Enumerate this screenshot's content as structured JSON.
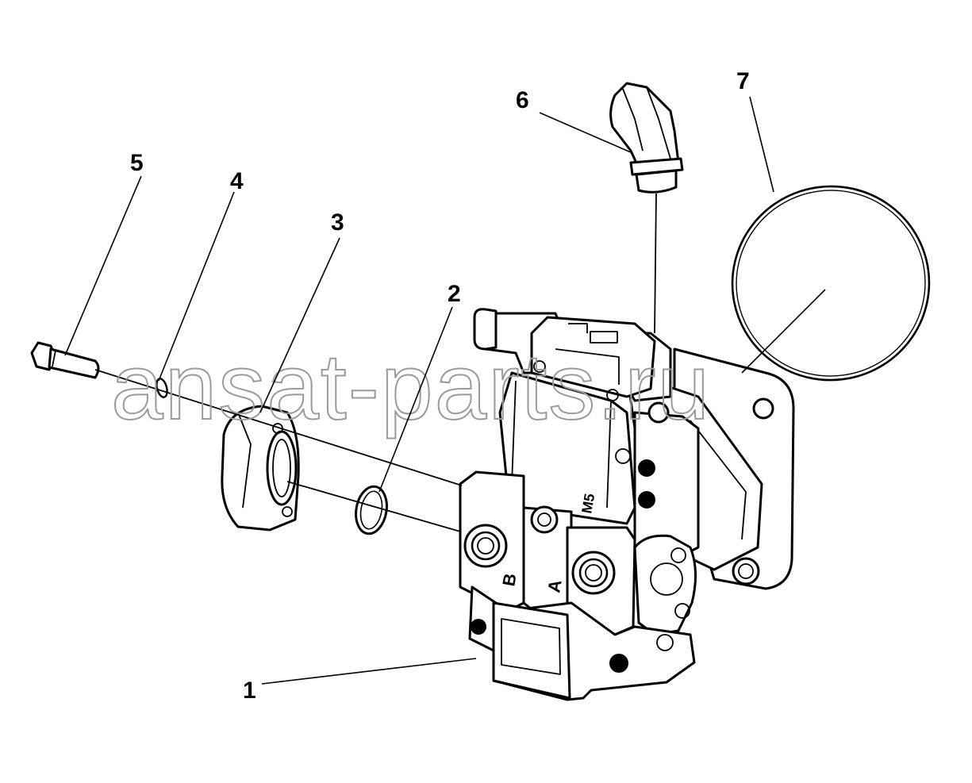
{
  "callouts": [
    {
      "id": "1",
      "label": "1"
    },
    {
      "id": "2",
      "label": "2"
    },
    {
      "id": "3",
      "label": "3"
    },
    {
      "id": "4",
      "label": "4"
    },
    {
      "id": "5",
      "label": "5"
    },
    {
      "id": "6",
      "label": "6"
    },
    {
      "id": "7",
      "label": "7"
    }
  ],
  "body_markings": {
    "port_a": "A",
    "port_b": "B",
    "port_m5": "M5"
  },
  "watermark": "ansat-parts.ru"
}
